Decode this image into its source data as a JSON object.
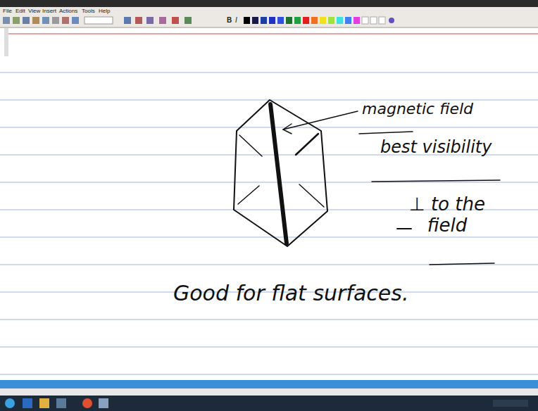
{
  "diagram": {
    "labels": [
      "File",
      "Edit",
      "View",
      "Insert",
      "Actions",
      "Tools",
      "Help",
      "B",
      "I",
      "magnetic field",
      "best visibility",
      "⊥ to the field",
      "Good for flat surfaces."
    ]
  }
}
